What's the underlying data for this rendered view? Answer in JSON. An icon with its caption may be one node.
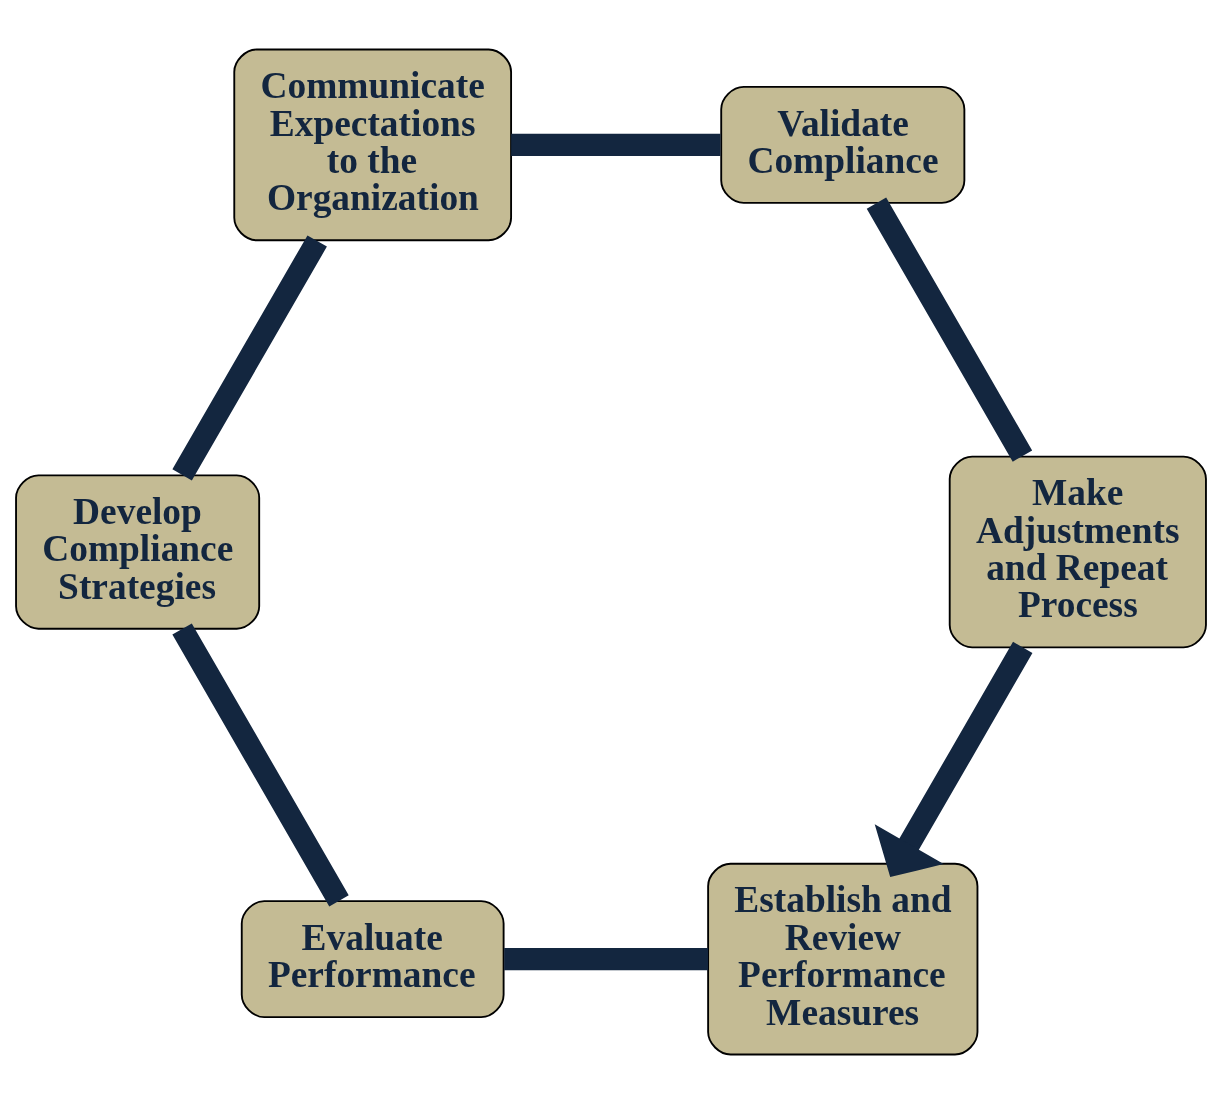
{
  "diagram": {
    "nodes": [
      {
        "text": [
          "Establish and Review Performance Measures"
        ]
      },
      {
        "text": [
          "Evaluate Performance"
        ]
      },
      {
        "text": [
          "Develop Compliance Strategies"
        ]
      },
      {
        "text": [
          "Communicate Expectations to the Organization"
        ]
      },
      {
        "text": [
          "Validate Compliance"
        ]
      },
      {
        "text": [
          "Make Adjustments and Repeat Process"
        ]
      }
    ],
    "edges": [
      {
        "from": 0,
        "to": 1,
        "arrow": "none"
      },
      {
        "from": 1,
        "to": 2,
        "arrow": "none"
      },
      {
        "from": 2,
        "to": 3,
        "arrow": "none"
      },
      {
        "from": 3,
        "to": 4,
        "arrow": "none"
      },
      {
        "from": 4,
        "to": 5,
        "arrow": "none"
      },
      {
        "from": 5,
        "to": 0,
        "arrow": "to"
      }
    ]
  }
}
